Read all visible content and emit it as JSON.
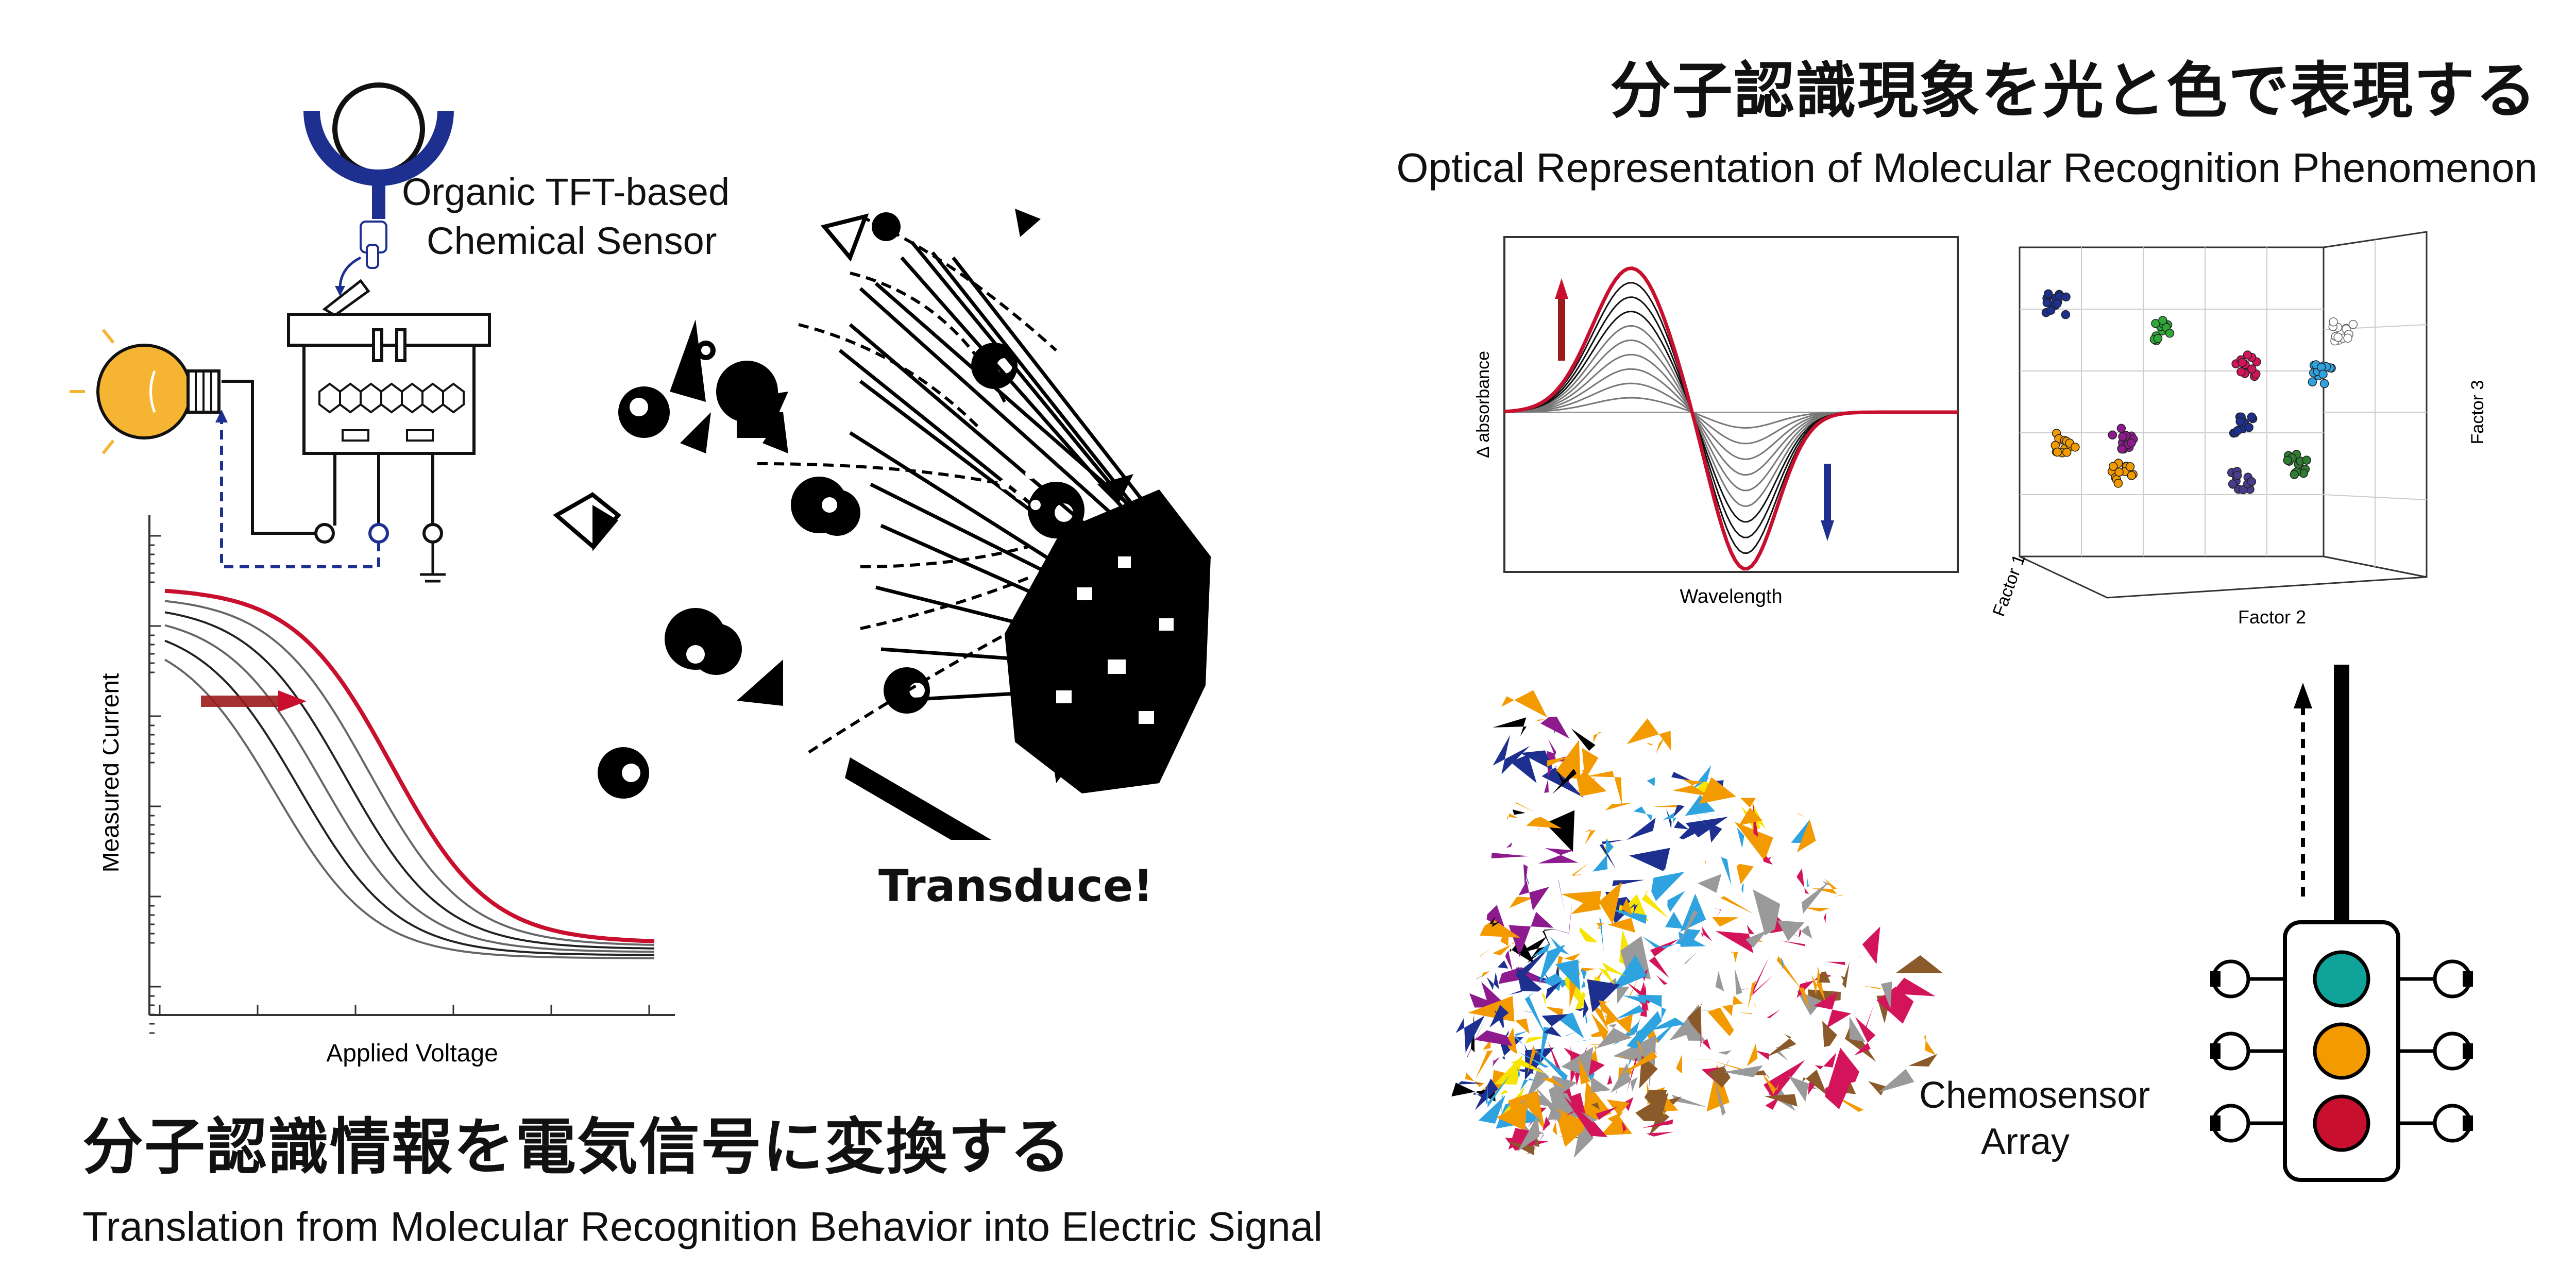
{
  "top_title": {
    "jp": "分子認識現象を光と色で表現する",
    "en": "Optical Representation of Molecular Recognition Phenomenon"
  },
  "bottom_title": {
    "jp": "分子認識情報を電気信号に変換する",
    "en": "Translation from Molecular Recognition Behavior into Electric Signal"
  },
  "sensor": {
    "label_line1": "Organic TFT-based",
    "label_line2": "Chemical Sensor"
  },
  "transduce_label": "Transduce!",
  "array_label": {
    "line1": "Chemosensor",
    "line2": "Array"
  },
  "iv_chart": {
    "ylabel": "Measured Current",
    "xlabel": "Applied Voltage",
    "series_count": 6,
    "highlight_color": "#c8102e"
  },
  "spectrum_chart": {
    "ylabel": "Δ absorbance",
    "xlabel": "Wavelength",
    "highlight_color": "#c8102e"
  },
  "pca_chart": {
    "xlabel": "Factor 2",
    "ylabel": "Factor 3",
    "zlabel": "Factor 1"
  },
  "colors": {
    "bulb": "#f5b533",
    "teal": "#0fa39a",
    "orange": "#f39a00",
    "red": "#c8102e",
    "navy": "#1d2f8f",
    "magenta": "#d4145a",
    "purple": "#8e1b8e",
    "yellow": "#f7e400",
    "green": "#2ea836",
    "skyblue": "#2ea3df",
    "brown": "#8b5a2b",
    "gray": "#9a9a9a"
  }
}
